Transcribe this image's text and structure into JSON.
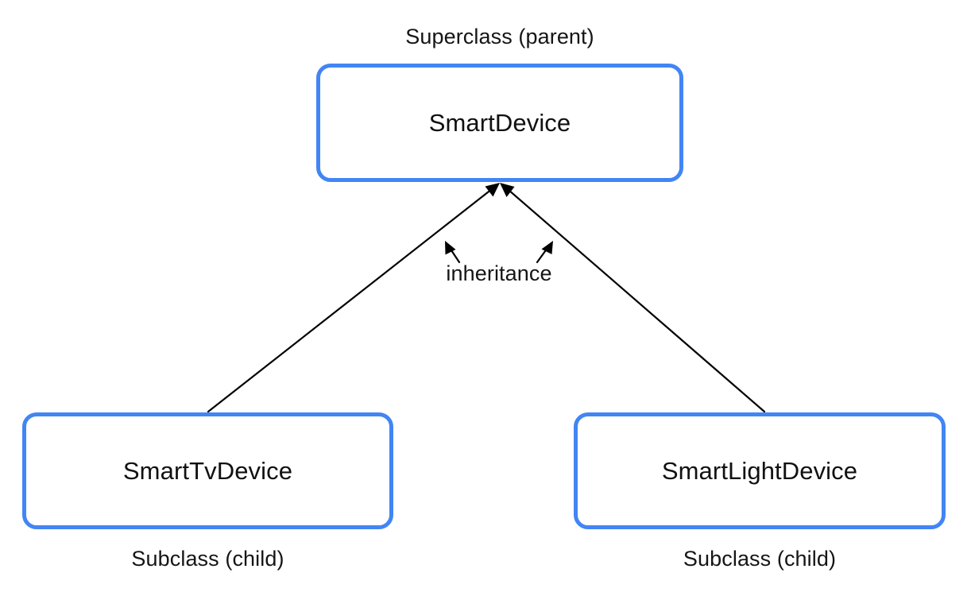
{
  "diagram": {
    "type": "class-inheritance-hierarchy",
    "background_color": "#ffffff",
    "node_border_color": "#4285f4",
    "text_color": "#151515",
    "edge_color": "#000000",
    "nodes": [
      {
        "id": "superclass",
        "label": "SmartDevice",
        "caption": "Superclass (parent)",
        "caption_position": "above"
      },
      {
        "id": "subclass-tv",
        "label": "SmartTvDevice",
        "caption": "Subclass (child)",
        "caption_position": "below"
      },
      {
        "id": "subclass-light",
        "label": "SmartLightDevice",
        "caption": "Subclass (child)",
        "caption_position": "below"
      }
    ],
    "edges": [
      {
        "id": "edge-tv-to-superclass",
        "from": "subclass-tv",
        "to": "superclass",
        "arrowhead": "at-target",
        "label": "inheritance"
      },
      {
        "id": "edge-light-to-superclass",
        "from": "subclass-light",
        "to": "superclass",
        "arrowhead": "at-target",
        "label": "inheritance"
      }
    ],
    "edge_label": "inheritance"
  }
}
